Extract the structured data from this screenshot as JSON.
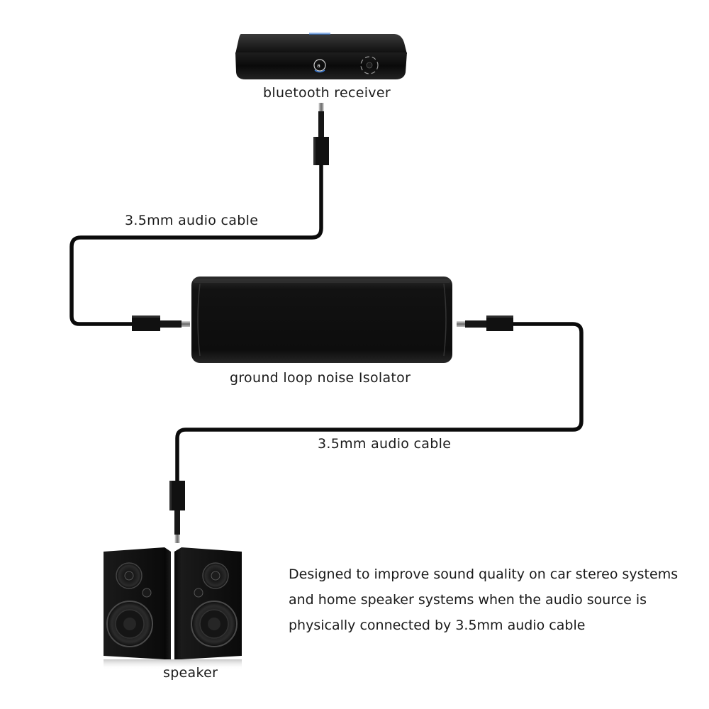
{
  "labels": {
    "receiver": "bluetooth receiver",
    "cable_top": "3.5mm audio cable",
    "isolator": "ground loop noise Isolator",
    "cable_bottom": "3.5mm audio cable",
    "speaker": "speaker"
  },
  "description": {
    "lines": [
      "Designed to improve sound quality on car stereo systems",
      "and home speaker systems when the audio source is",
      "physically connected by 3.5mm audio cable"
    ]
  },
  "colors": {
    "cable": "#0b0b0b",
    "device_body": "#151515",
    "accent_blue": "#3a7bd5"
  }
}
